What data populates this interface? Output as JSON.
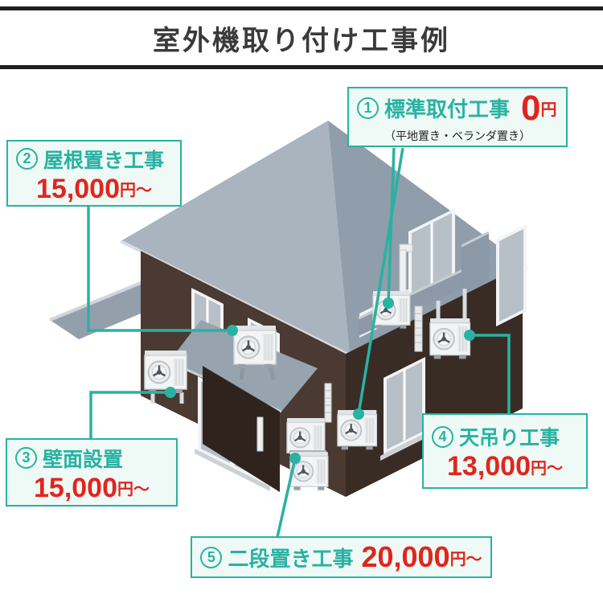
{
  "title": "室外機取り付け工事例",
  "colors": {
    "accent_teal": "#29b2a2",
    "price_red": "#e0261c",
    "callout_bg": "#effaf7",
    "title_bar": "#1e1e1e",
    "title_text": "#3a3a3a",
    "roof_light": "#a9b4bf",
    "roof_dark": "#909daa",
    "wall_left": "#4a3a32",
    "wall_right": "#382c25"
  },
  "callouts": [
    {
      "num": "1",
      "label": "標準取付工事",
      "price": "0",
      "unit": "円",
      "note": "（平地置き・ベランダ置き）"
    },
    {
      "num": "2",
      "label": "屋根置き工事",
      "price": "15,000",
      "unit": "円〜"
    },
    {
      "num": "3",
      "label": "壁面設置",
      "price": "15,000",
      "unit": "円〜"
    },
    {
      "num": "4",
      "label": "天吊り工事",
      "price": "13,000",
      "unit": "円〜"
    },
    {
      "num": "5",
      "label": "二段置き工事",
      "price": "20,000",
      "unit": "円〜"
    }
  ]
}
